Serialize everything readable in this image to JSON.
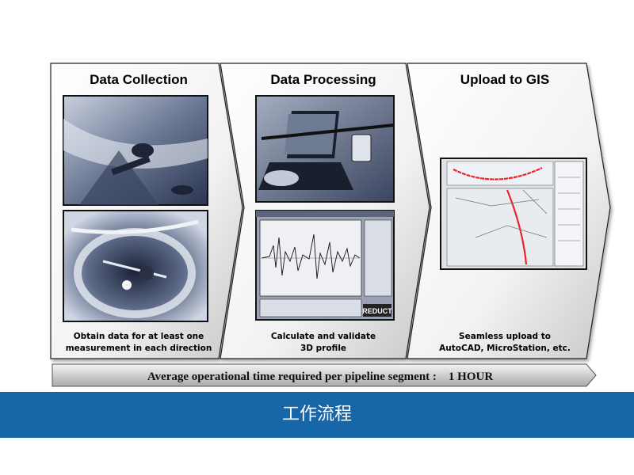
{
  "steps": [
    {
      "title": "Data Collection",
      "caption_line1": "Obtain data for at least one",
      "caption_line2": "measurement in each direction"
    },
    {
      "title": "Data Processing",
      "caption_line1": "Calculate and validate",
      "caption_line2": "3D profile"
    },
    {
      "title": "Upload to GIS",
      "caption_line1": "Seamless upload to",
      "caption_line2": "AutoCAD, MicroStation, etc."
    }
  ],
  "summary_bar": {
    "text": "Average operational time required per pipeline segment :    1 HOUR"
  },
  "software_logo": {
    "text": "REDUCT"
  },
  "banner": {
    "title": "工作流程"
  },
  "colors": {
    "banner": "#1766a7",
    "route_line": "#e8262a",
    "photo_tint": "#2a3550"
  }
}
